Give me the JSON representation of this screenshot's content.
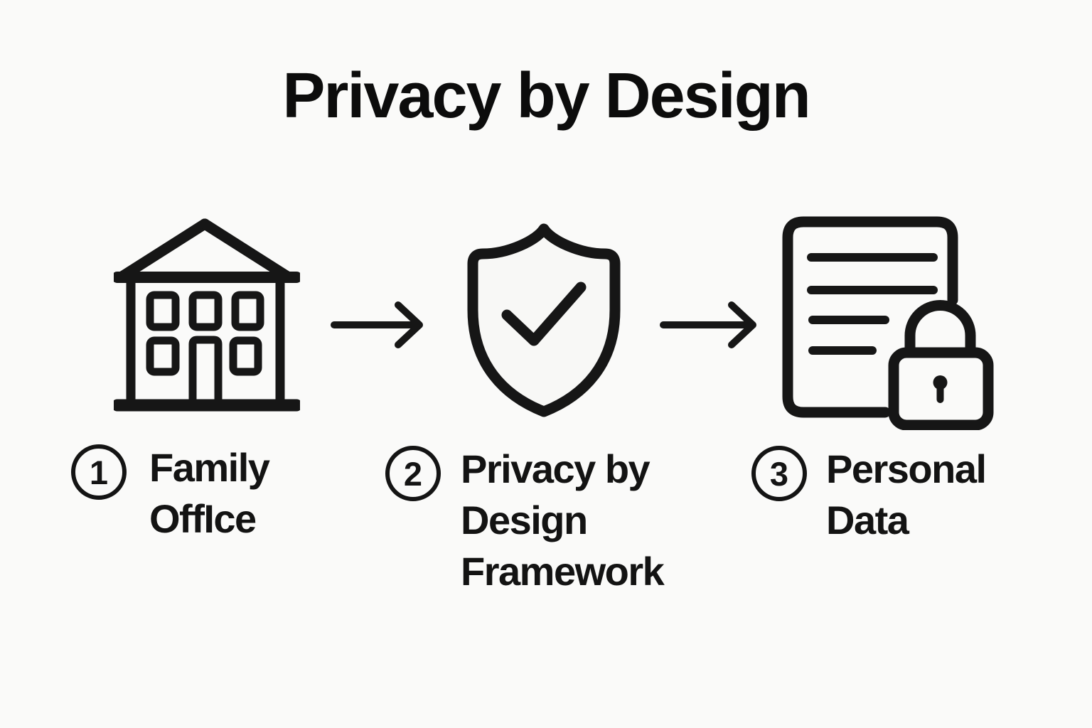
{
  "title": "Privacy by Design",
  "colors": {
    "background": "#fafaf9",
    "ink": "#141414",
    "shield_fill": "#f8f8f6"
  },
  "steps": [
    {
      "number": "1",
      "label": "Family OffIce",
      "icon": "house-icon"
    },
    {
      "number": "2",
      "label": "Privacy by Design Framework",
      "icon": "shield-check-icon"
    },
    {
      "number": "3",
      "label": "Personal Data",
      "icon": "document-lock-icon"
    }
  ],
  "connectors": [
    {
      "icon": "arrow-right-icon"
    },
    {
      "icon": "arrow-right-icon"
    }
  ]
}
